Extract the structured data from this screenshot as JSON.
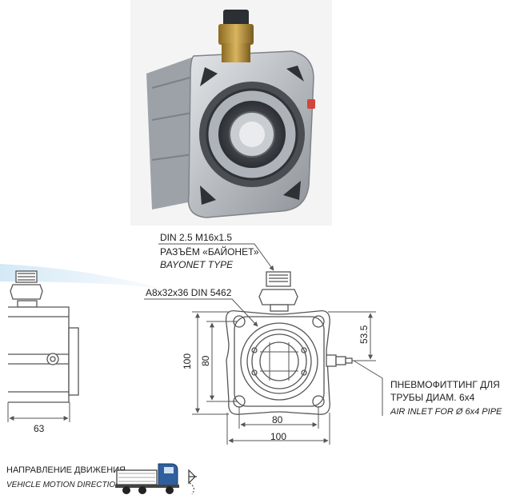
{
  "connector_callout": {
    "line1": "DIN 2.5 M16x1.5",
    "line2": "РАЗЪЁМ «БАЙОНЕТ»",
    "line3": "BAYONET TYPE"
  },
  "spline_label": "A8x32x36 DIN 5462",
  "air_inlet": {
    "line1": "ПНЕВМОФИТТИНГ ДЛЯ",
    "line2": "ТРУБЫ ДИАМ. 6x4",
    "line3": "AIR INLET FOR Ø 6x4 PIPE"
  },
  "dimensions": {
    "side_width": "63",
    "height_outer": "100",
    "height_inner": "80",
    "width_inner": "80",
    "width_outer": "100",
    "offset_right": "53.5"
  },
  "motion": {
    "ru": "НАПРАВЛЕНИЕ ДВИЖЕНИЯ",
    "en": "VEHICLE MOTION DIRECTION"
  },
  "colors": {
    "body_gray": "#bfc3c7",
    "brass": "#b8913a",
    "line": "#555555",
    "blue_swoosh": "#cfe6f5",
    "truck_blue": "#2f5f9e"
  }
}
